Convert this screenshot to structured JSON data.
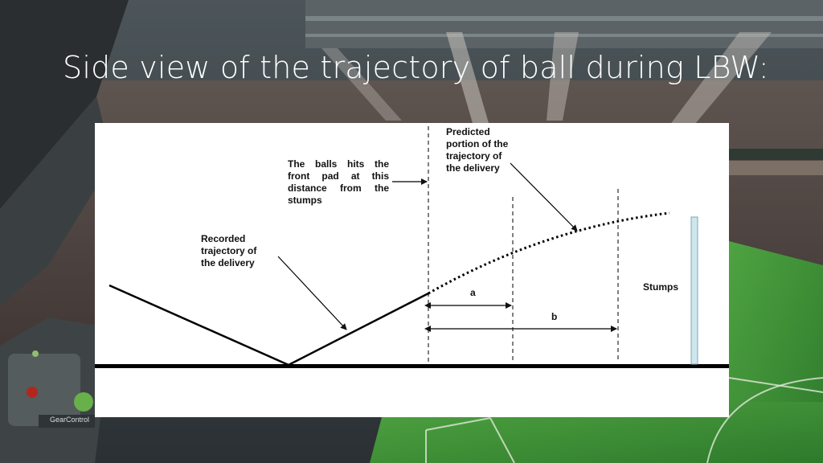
{
  "slide": {
    "title": "Side view of the trajectory of ball during LBW:"
  },
  "diagram": {
    "labels": {
      "recorded": [
        "Recorded",
        "trajectory of",
        "the delivery"
      ],
      "pad_hit": [
        "The balls hits the",
        "front pad at this",
        "distance from the",
        "stumps"
      ],
      "predicted": [
        "Predicted",
        "portion of the",
        "trajectory of",
        "the delivery"
      ],
      "a": "a",
      "b": "b",
      "stumps": "Stumps"
    }
  },
  "background": {
    "sky": "#3a4246",
    "stands": "#5a4a44",
    "pitch": "#3f8f3a",
    "hawkeye_logo_text": "GearControl"
  }
}
